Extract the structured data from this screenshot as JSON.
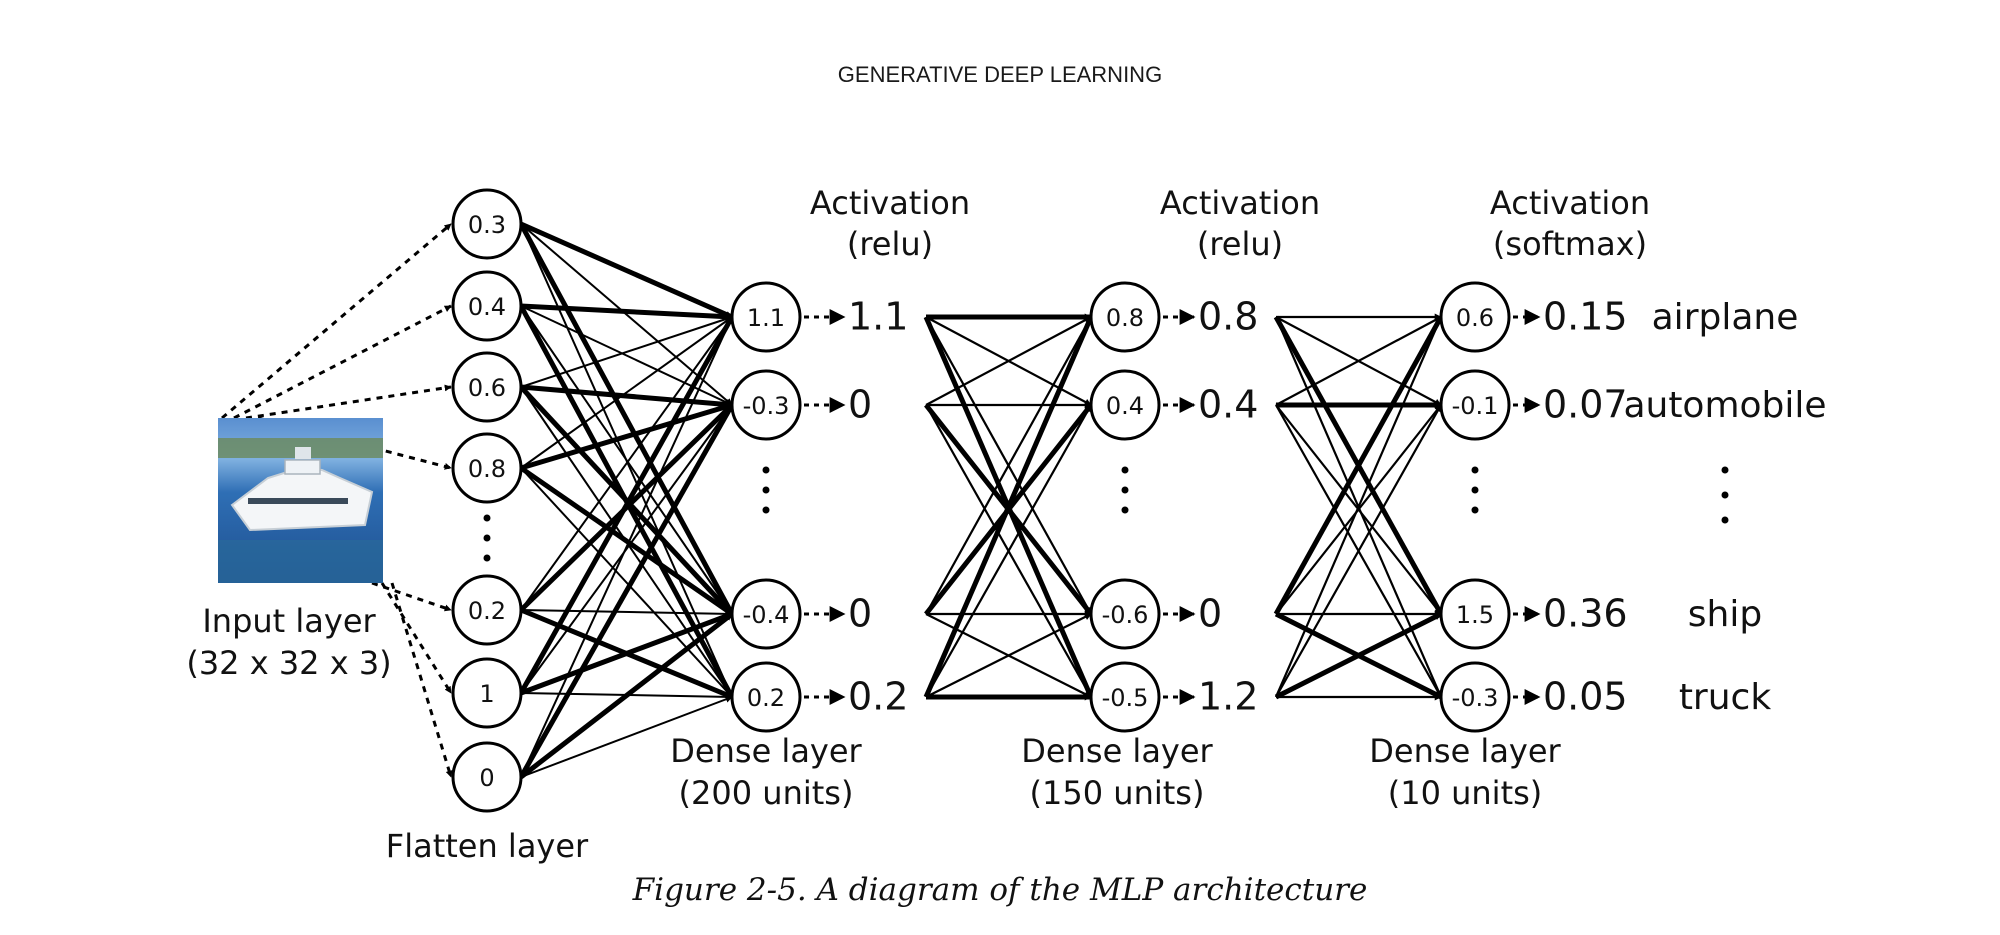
{
  "header": "GENERATIVE DEEP LEARNING",
  "caption": "Figure 2-5. A diagram of the MLP architecture",
  "input": {
    "label_line1": "Input layer",
    "label_line2": "(32 x 32 x 3)",
    "image_icon": "boat-photo"
  },
  "flatten": {
    "label": "Flatten layer",
    "nodes": [
      "0.3",
      "0.4",
      "0.6",
      "0.8",
      "0.2",
      "1",
      "0"
    ]
  },
  "layers": [
    {
      "act_line1": "Activation",
      "act_line2": "(relu)",
      "nodes": [
        "1.1",
        "-0.3",
        "-0.4",
        "0.2"
      ],
      "outputs": [
        "1.1",
        "0",
        "0",
        "0.2"
      ],
      "dense_line1": "Dense layer",
      "dense_line2": "(200 units)"
    },
    {
      "act_line1": "Activation",
      "act_line2": "(relu)",
      "nodes": [
        "0.8",
        "0.4",
        "-0.6",
        "-0.5"
      ],
      "outputs": [
        "0.8",
        "0.4",
        "0",
        "1.2"
      ],
      "dense_line1": "Dense layer",
      "dense_line2": "(150 units)"
    },
    {
      "act_line1": "Activation",
      "act_line2": "(softmax)",
      "nodes": [
        "0.6",
        "-0.1",
        "1.5",
        "-0.3"
      ],
      "outputs": [
        "0.15",
        "0.07",
        "0.36",
        "0.05"
      ],
      "dense_line1": "Dense layer",
      "dense_line2": "(10 units)"
    }
  ],
  "classes": [
    "airplane",
    "automobile",
    "ship",
    "truck"
  ]
}
